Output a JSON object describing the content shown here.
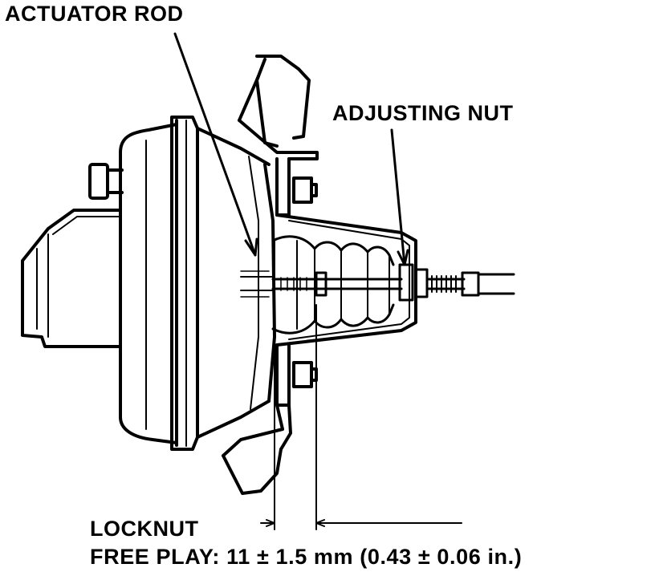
{
  "labels": {
    "actuator_rod": "ACTUATOR ROD",
    "adjusting_nut": "ADJUSTING NUT",
    "locknut": "LOCKNUT",
    "free_play": "FREE PLAY: 11 ± 1.5 mm (0.43 ± 0.06 in.)"
  },
  "colors": {
    "ink": "#000000",
    "paper": "#ffffff"
  }
}
